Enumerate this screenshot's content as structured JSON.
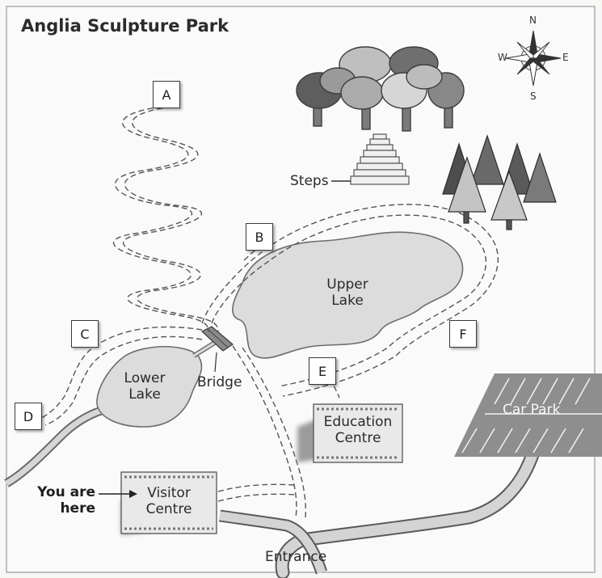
{
  "map": {
    "title": "Anglia Sculpture Park",
    "compass": {
      "north": "N",
      "south": "S",
      "east": "E",
      "west": "W"
    },
    "markers": [
      "A",
      "B",
      "C",
      "D",
      "E",
      "F"
    ],
    "labels": {
      "steps": "Steps",
      "upper_lake_line1": "Upper",
      "upper_lake_line2": "Lake",
      "lower_lake_line1": "Lower",
      "lower_lake_line2": "Lake",
      "bridge": "Bridge",
      "education_line1": "Education",
      "education_line2": "Centre",
      "car_park": "Car Park",
      "visitor_line1": "Visitor",
      "visitor_line2": "Centre",
      "you_are_line1": "You are",
      "you_are_line2": "here",
      "entrance": "Entrance"
    }
  }
}
